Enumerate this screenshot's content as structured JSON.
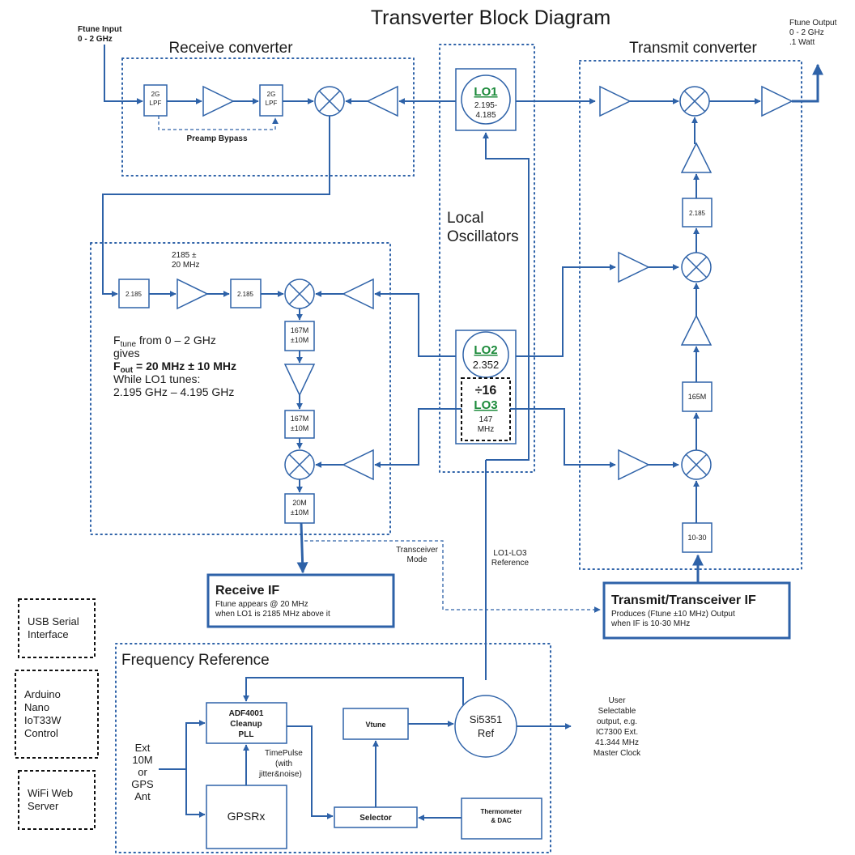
{
  "title": "Transverter  Block Diagram",
  "sections": {
    "receive_converter": "Receive converter",
    "transmit_converter": "Transmit converter",
    "local_oscillators_line1": "Local",
    "local_oscillators_line2": "Oscillators",
    "frequency_reference": "Frequency Reference"
  },
  "ports": {
    "ftune_input_line1": "Ftune Input",
    "ftune_input_line2": "0 - 2 GHz",
    "ftune_output_line1": "Ftune Output",
    "ftune_output_line2": "0 - 2 GHz",
    "ftune_output_line3": ".1 Watt"
  },
  "receive": {
    "lpf_line1": "2G",
    "lpf_line2": "LPF",
    "preamp_bypass": "Preamp Bypass",
    "if1_line1": "2185 ±",
    "if1_line2": "20 MHz",
    "filter_2185": "2.185",
    "f167_line1": "167M",
    "f167_line2": "±10M",
    "f20_line1": "20M",
    "f20_line2": "±10M",
    "note_line1_pre": "F",
    "note_line1_sub": "tune",
    "note_line1_post": " from  0 – 2 GHz",
    "note_line2": "gives",
    "note_line3_pre": "F",
    "note_line3_sub": "out",
    "note_line3_post": " = 20 MHz ± 10 MHz",
    "note_line4": "While LO1 tunes:",
    "note_line5": "2.195 GHz – 4.195 GHz"
  },
  "transmit": {
    "filter_2185": "2.185",
    "filter_165": "165M",
    "filter_1030": "10-30"
  },
  "lo": {
    "lo1_name": "LO1",
    "lo1_line1": "2.195-",
    "lo1_line2": "4.185",
    "lo2_name": "LO2",
    "lo2_freq": "2.352",
    "div16": "÷16",
    "lo3_name": "LO3",
    "lo3_line1": "147",
    "lo3_line2": "MHz"
  },
  "if_boxes": {
    "receive_title": "Receive IF",
    "receive_line1": "Ftune appears @ 20 MHz",
    "receive_line2": "when LO1 is 2185 MHz above it",
    "transmit_title": "Transmit/Transceiver IF",
    "transmit_line1": "Produces (Ftune ±10 MHz) Output",
    "transmit_line2": "when IF is 10-30 MHz",
    "transceiver_mode_line1": "Transceiver",
    "transceiver_mode_line2": "Mode",
    "lo_ref_line1": "LO1-LO3",
    "lo_ref_line2": "Reference"
  },
  "side_boxes": {
    "usb_line1": "USB Serial",
    "usb_line2": "Interface",
    "arduino_line1": "Arduino",
    "arduino_line2": "Nano",
    "arduino_line3": "IoT33W",
    "arduino_line4": "Control",
    "wifi_line1": "WiFi Web",
    "wifi_line2": "Server"
  },
  "freq_ref": {
    "ext_line1": "Ext",
    "ext_line2": "10M",
    "ext_line3": "or",
    "ext_line4": "GPS",
    "ext_line5": "Ant",
    "pll_line1": "ADF4001",
    "pll_line2": "Cleanup",
    "pll_line3": "PLL",
    "gpsrx": "GPSRx",
    "timepulse_line1": "TimePulse",
    "timepulse_line2": "(with",
    "timepulse_line3": "jitter&noise)",
    "vtune": "Vtune",
    "selector": "Selector",
    "thermo_line1": "Thermometer",
    "thermo_line2": "& DAC",
    "si_line1": "Si5351",
    "si_line2": "Ref",
    "user_line1": "User",
    "user_line2": "Selectable",
    "user_line3": "output, e.g.",
    "user_line4": "IC7300 Ext.",
    "user_line5": "41.344 MHz",
    "user_line6": "Master Clock"
  }
}
